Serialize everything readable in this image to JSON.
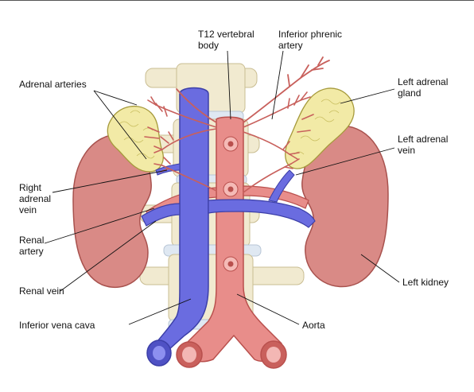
{
  "labels": {
    "t12": [
      "T12 vertebral",
      "body"
    ],
    "phrenic": [
      "Inferior phrenic",
      "artery"
    ],
    "adrenal_arteries": "Adrenal arteries",
    "left_gland": [
      "Left adrenal",
      "gland"
    ],
    "left_vein": [
      "Left adrenal",
      "vein"
    ],
    "right_vein": [
      "Right",
      "adrenal",
      "vein"
    ],
    "renal_artery": [
      "Renal",
      "artery"
    ],
    "renal_vein": "Renal vein",
    "left_kidney": "Left kidney",
    "ivc": "Inferior vena cava",
    "aorta": "Aorta"
  },
  "colors": {
    "kidney": "#d98a86",
    "kidney_dark": "#a8524e",
    "artery": "#e88d8a",
    "artery_dark": "#b9504d",
    "vein": "#6a6ce0",
    "vein_dark": "#3c3fa8",
    "gland": "#f2eaa6",
    "gland_dark": "#a69a3c",
    "bone": "#f1ead0",
    "bone_dark": "#c9bd92",
    "disc": "#dfe8f2"
  }
}
